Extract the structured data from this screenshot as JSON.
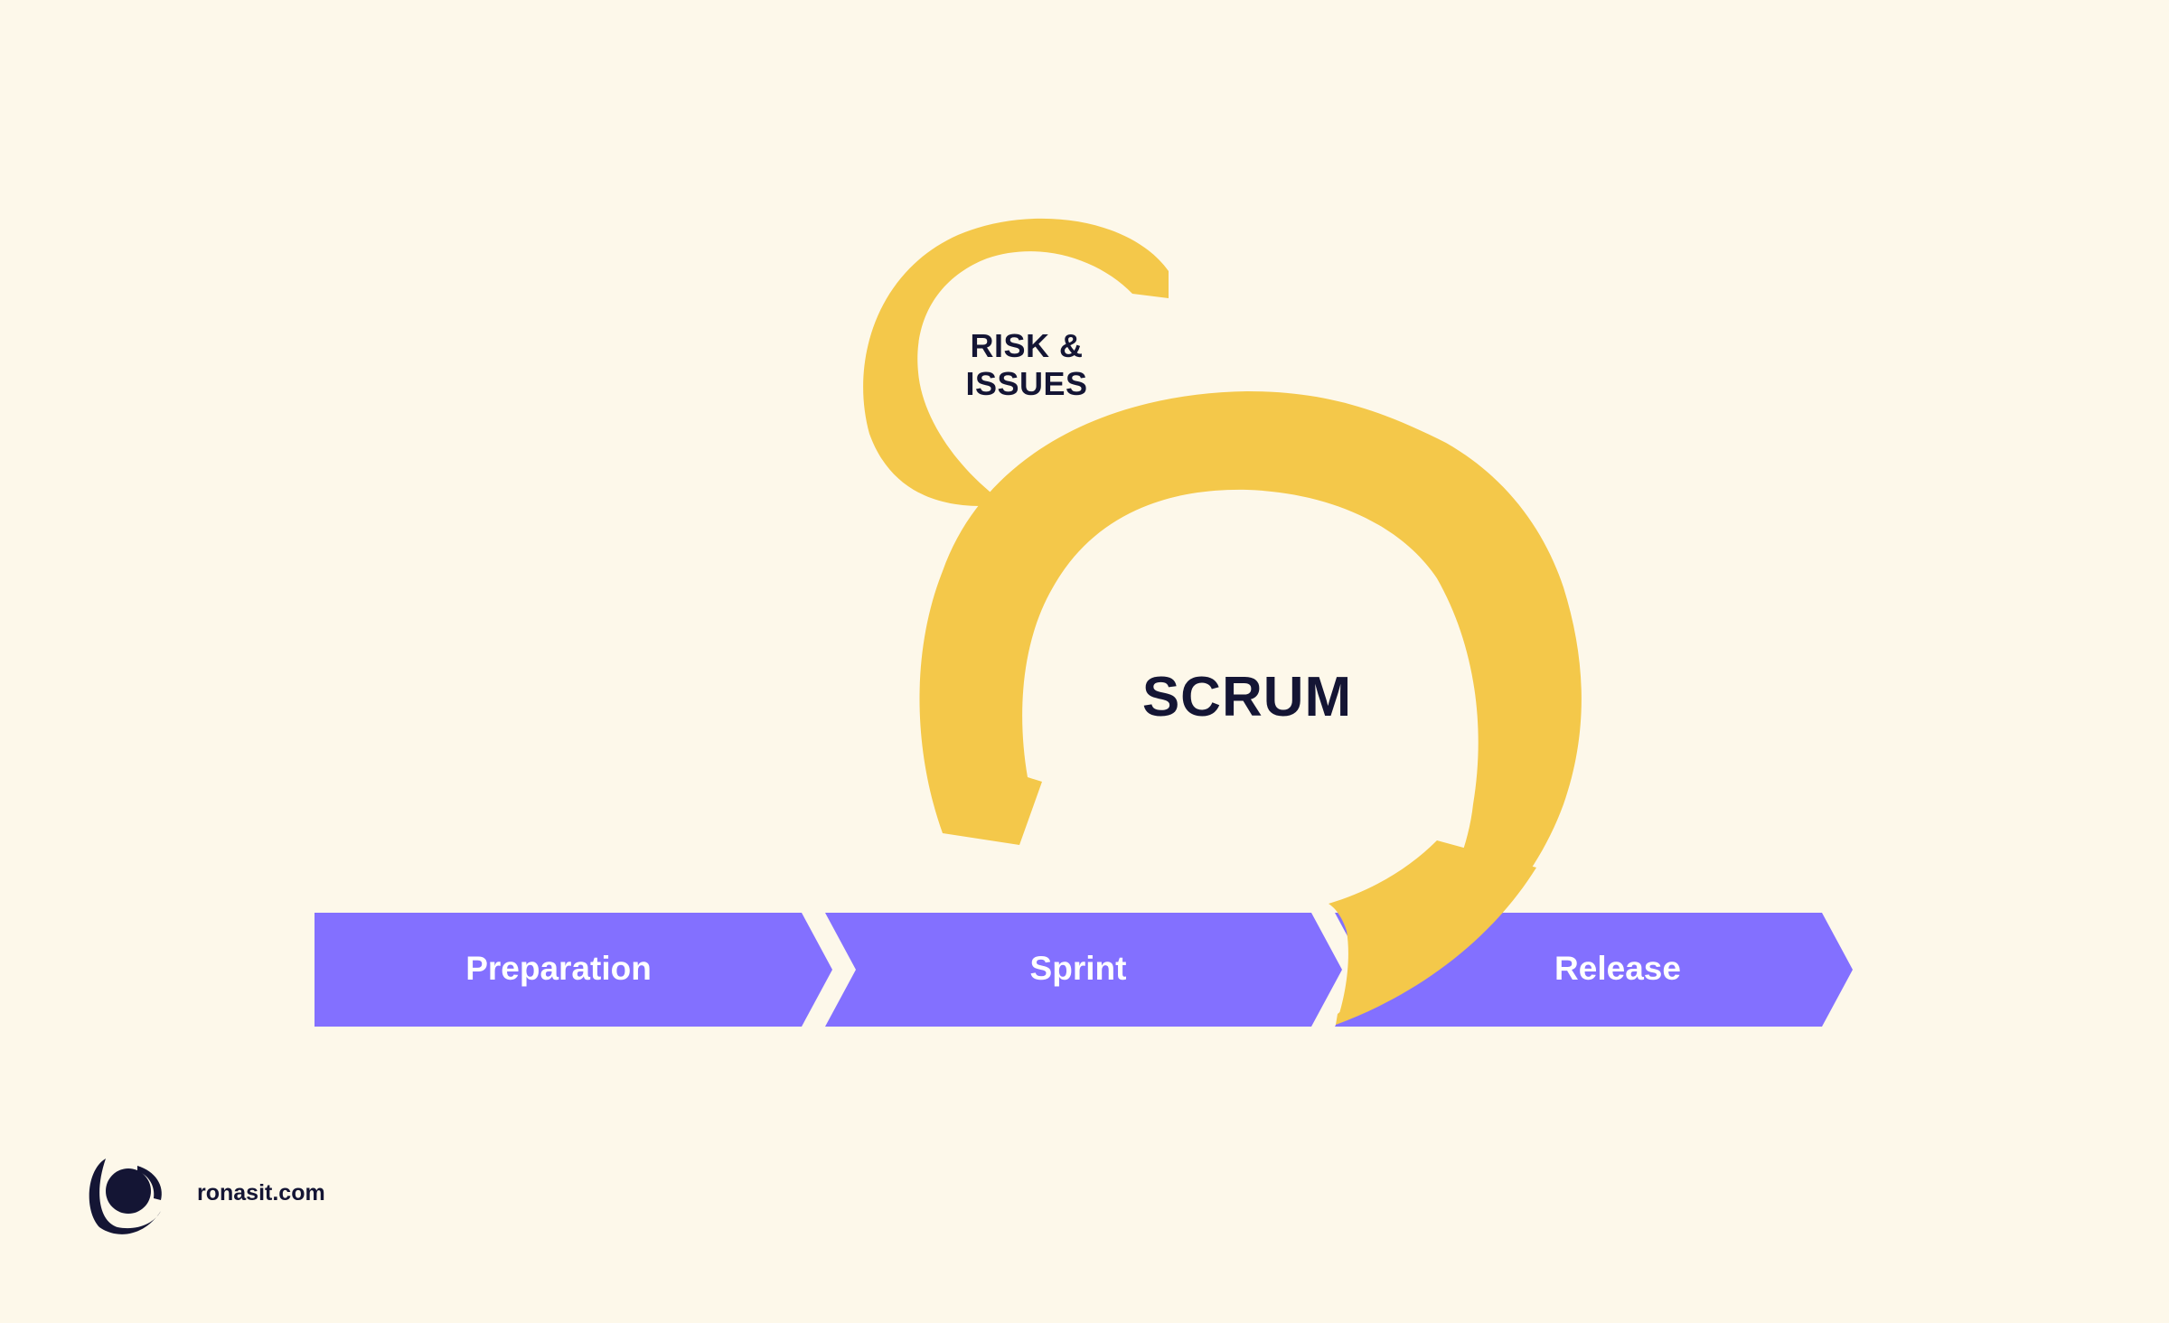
{
  "colors": {
    "background": "#fdf8ea",
    "loop": "#f4c84a",
    "process": "#8370ff",
    "text_dark": "#141534",
    "text_light": "#ffffff"
  },
  "diagram": {
    "loop_small_label_lines": [
      "RISK &",
      "ISSUES"
    ],
    "loop_large_label": "SCRUM",
    "process_steps": [
      {
        "label": "Preparation"
      },
      {
        "label": "Sprint"
      },
      {
        "label": "Release"
      }
    ]
  },
  "brand": {
    "logo_icon": "planet-orbit-icon",
    "text": "ronasit.com"
  }
}
